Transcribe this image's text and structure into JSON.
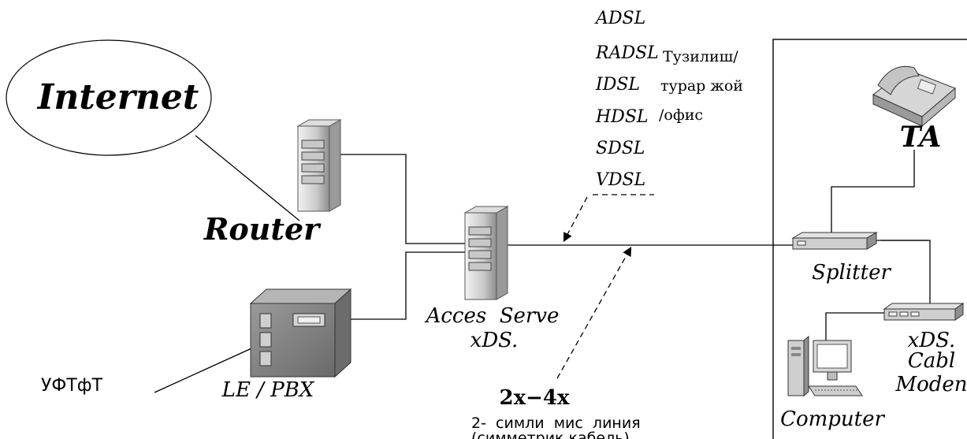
{
  "labels": {
    "internet": "Internet",
    "router": "Router",
    "access_server_line1": "Acces  Serve",
    "access_server_line2": "xDS.",
    "le_pbx": "LE / PBX",
    "uftft": "УФТфТ",
    "splitter": "Splitter",
    "ta": "TA",
    "xdsl_modem_line1": "xDS.",
    "xdsl_modem_line2": "Cabl",
    "xdsl_modem_line3": "Moden",
    "computer": "Computer",
    "wire_count": "2x−4x",
    "wire_desc_line1": "2-  симли  мис  линия",
    "wire_desc_line2": "(симметрик кабель)",
    "premises_line1": "Тузилиш/",
    "premises_line2": "турар жой",
    "premises_line3": "/офис"
  },
  "xdsl_types": [
    "ADSL",
    "RADSL",
    "IDSL",
    "HDSL",
    "SDSL",
    "VDSL"
  ],
  "colors": {
    "line": "#000000",
    "server_light": "#e8e8e8",
    "server_dark": "#8a8a8a",
    "pbx_dark": "#6a6a6a",
    "device_light": "#d8d8d8"
  }
}
